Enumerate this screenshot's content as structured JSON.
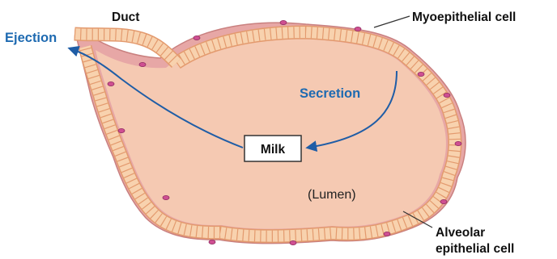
{
  "labels": {
    "duct": "Duct",
    "ejection": "Ejection",
    "myoepithelial": "Myoepithelial cell",
    "secretion": "Secretion",
    "milk": "Milk",
    "lumen": "(Lumen)",
    "alveolar_line1": "Alveolar",
    "alveolar_line2": "epithelial cell"
  },
  "colors": {
    "lumen_fill": "#f5c9b2",
    "myoepithelial_fill": "#e7a7a6",
    "cell_fill": "#f8d2ae",
    "cell_border": "#e39a6e",
    "nucleus": "#cf4f92",
    "arrow": "#1f5da6",
    "label_blue": "#1e6ab1"
  }
}
